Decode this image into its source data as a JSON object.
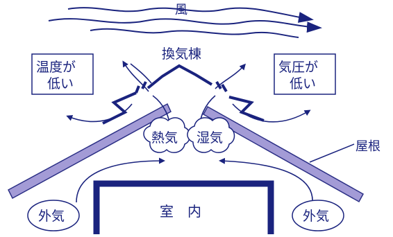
{
  "labels": {
    "wind": "風",
    "ridge_vent": "換気棟",
    "left_box": [
      "温度が",
      "低い"
    ],
    "right_box": [
      "気圧が",
      "低い"
    ],
    "heat": "熱気",
    "humidity": "湿気",
    "roof": "屋根",
    "indoor": "室　内",
    "outside_left": "外気",
    "outside_right": "外気"
  },
  "colors": {
    "ink": "#1a237e",
    "roof_fill": "#a39bd6",
    "roof_stroke": "#2b2f85",
    "background": "#ffffff"
  }
}
